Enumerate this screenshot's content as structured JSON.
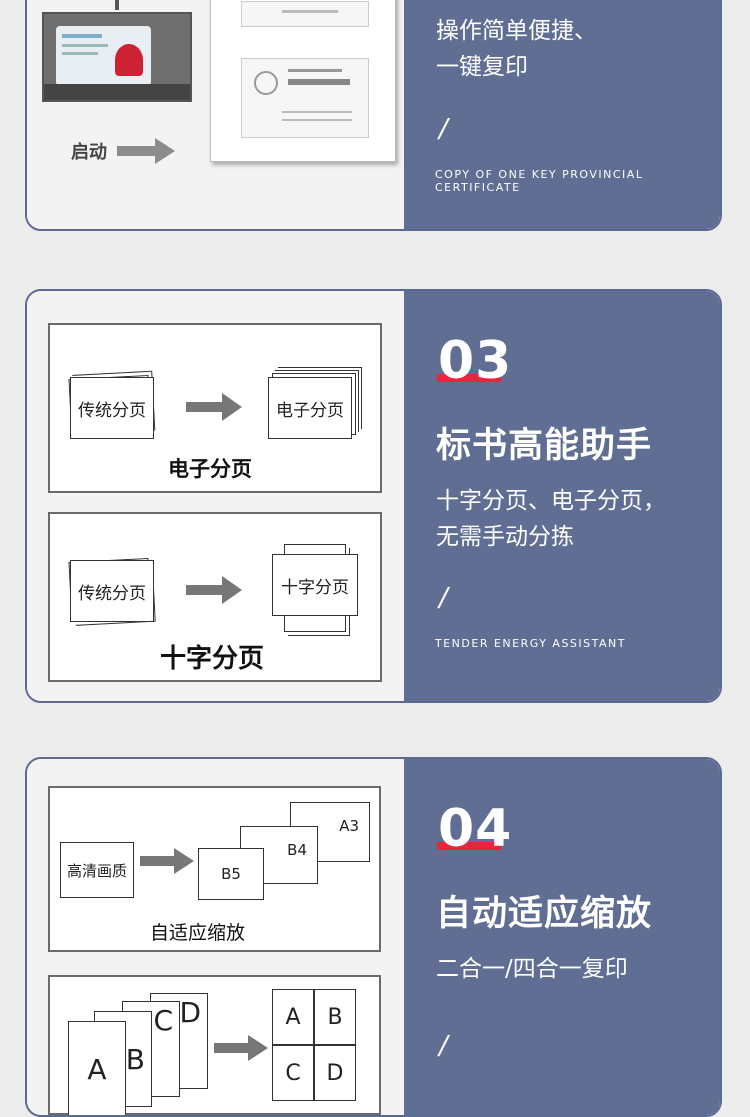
{
  "card1": {
    "start_label": "启动",
    "desc_line1": "操作简单便捷、",
    "desc_line2": "一键复印",
    "slash": "/",
    "en": "COPY OF ONE KEY PROVINCIAL CERTIFICATE"
  },
  "card2": {
    "number": "03",
    "title": "标书高能助手",
    "desc_line1": "十字分页、电子分页，",
    "desc_line2": "无需手动分拣",
    "slash": "/",
    "en": "TENDER ENERGY ASSISTANT",
    "panel1": {
      "from": "传统分页",
      "to": "电子分页",
      "caption": "电子分页"
    },
    "panel2": {
      "from": "传统分页",
      "to": "十字分页",
      "caption": "十字分页"
    }
  },
  "card3": {
    "number": "04",
    "title": "自动适应缩放",
    "desc_line1": "二合一/四合一复印",
    "slash": "/",
    "panel1": {
      "source": "高清画质",
      "sizes": [
        "B5",
        "B4",
        "A3"
      ],
      "caption": "自适应缩放"
    },
    "panel2": {
      "stack": [
        "A",
        "B",
        "C",
        "D"
      ],
      "grid": [
        "A",
        "B",
        "C",
        "D"
      ]
    }
  },
  "colors": {
    "accent_red": "#e8253d",
    "panel_blue": "#5f6e92",
    "card_border": "#5c6a91"
  }
}
